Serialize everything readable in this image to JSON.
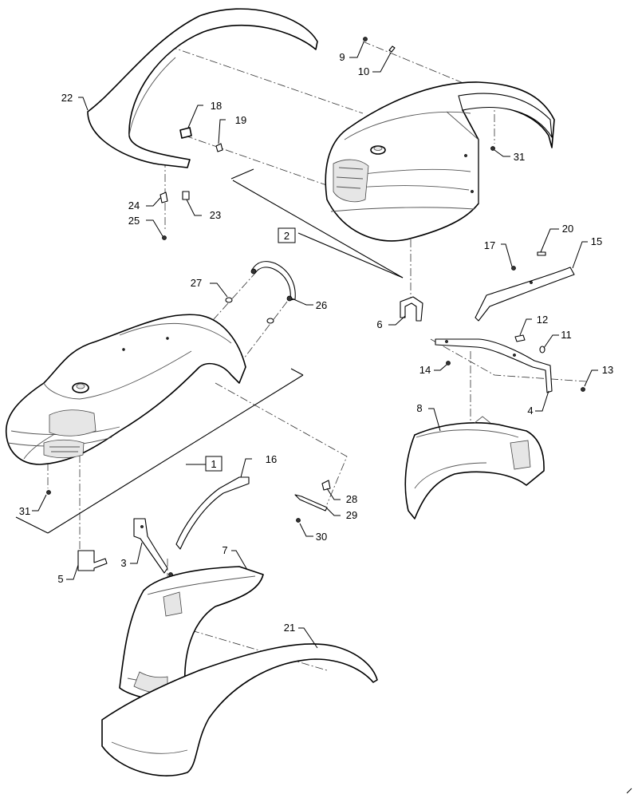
{
  "callouts": {
    "c1": "1",
    "c2": "2",
    "c3": "3",
    "c4": "4",
    "c5": "5",
    "c6": "6",
    "c7": "7",
    "c8": "8",
    "c9": "9",
    "c10": "10",
    "c11": "11",
    "c12": "12",
    "c13": "13",
    "c14": "14",
    "c15": "15",
    "c16": "16",
    "c17": "17",
    "c18": "18",
    "c19": "19",
    "c20": "20",
    "c21": "21",
    "c22": "22",
    "c23": "23",
    "c24": "24",
    "c25": "25",
    "c26": "26",
    "c27": "27",
    "c28": "28",
    "c29": "29",
    "c30": "30",
    "c31a": "31",
    "c31b": "31"
  }
}
